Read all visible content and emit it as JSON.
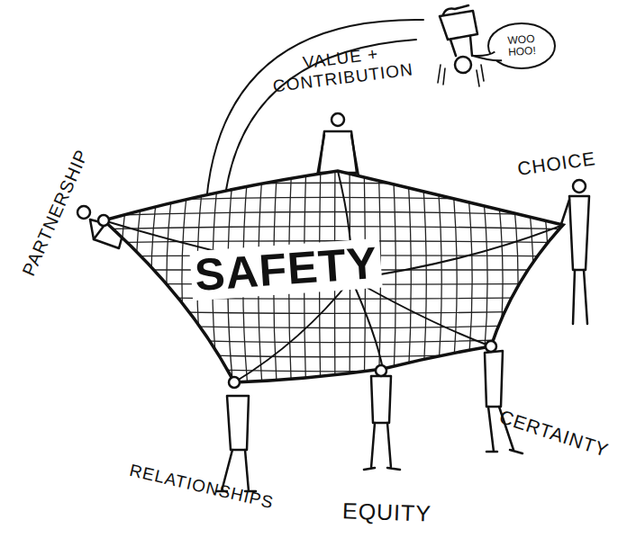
{
  "diagram": {
    "nodes": [
      {
        "text": [
          "WOO HOO!"
        ]
      },
      {
        "text": [
          "SAFETY"
        ]
      }
    ],
    "labels": [
      "VALUE + CONTRIBUTION",
      "PARTNERSHIP",
      "CHOICE",
      "RELATIONSHIPS",
      "EQUITY",
      "CERTAINTY"
    ]
  }
}
